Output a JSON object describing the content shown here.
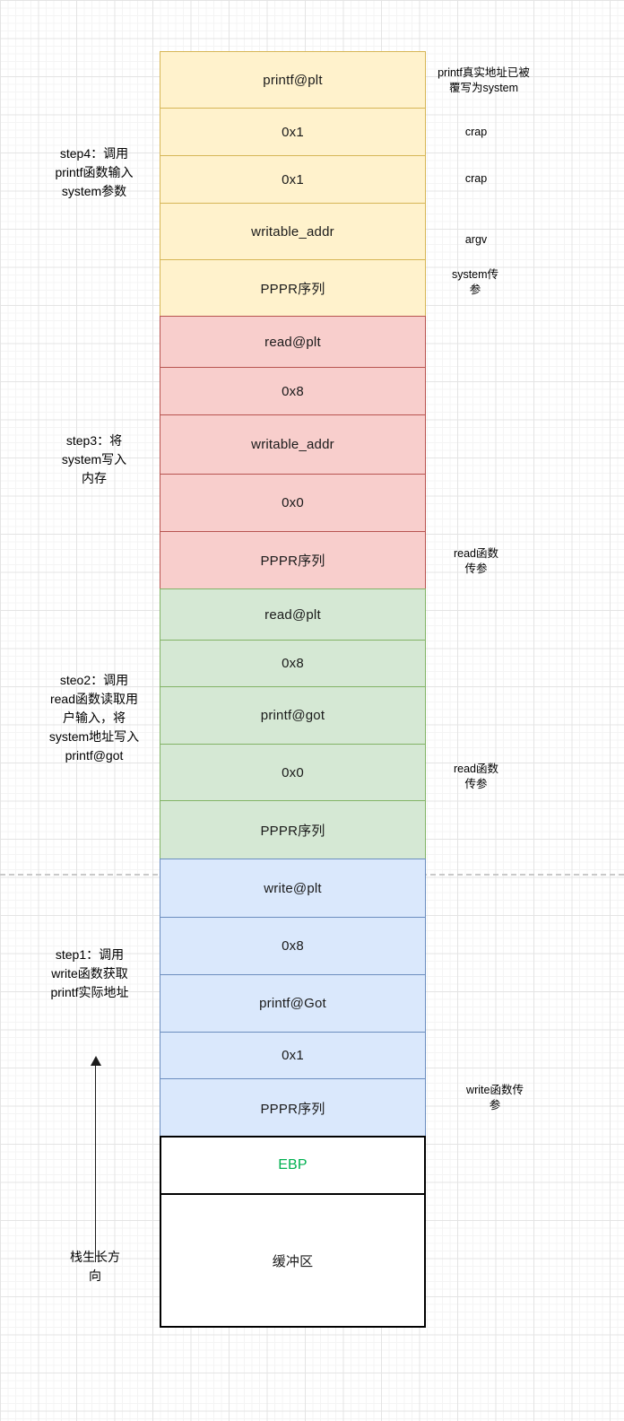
{
  "diagram": {
    "stack": {
      "rows": [
        "printf@plt",
        "0x1",
        "0x1",
        "writable_addr",
        "PPPR序列",
        "read@plt",
        "0x8",
        "writable_addr",
        "0x0",
        "PPPR序列",
        "read@plt",
        "0x8",
        "printf@got",
        "0x0",
        "PPPR序列",
        "write@plt",
        "0x8",
        "printf@Got",
        "0x1",
        "PPPR序列",
        "EBP",
        "缓冲区"
      ]
    },
    "left_labels": {
      "step4": "step4：调用\nprintf函数输入\nsystem参数",
      "step3": "step3：将\nsystem写入\n内存",
      "steo2": "steo2：调用\nread函数读取用\n户输入，将\nsystem地址写入\nprintf@got",
      "step1": "step1：调用\nwrite函数获取\nprintf实际地址",
      "stack_growth": "栈生长方\n向"
    },
    "right_notes": {
      "printf_overwritten": "printf真实地址已被\n覆写为system",
      "crap1": "crap",
      "crap2": "crap",
      "argv": "argv",
      "system_arg": "system传\n参",
      "read_args_1": "read函数\n传参",
      "read_args_2": "read函数\n传参",
      "write_args": "write函数传\n参"
    },
    "colors": {
      "yellow_fill": "#FFF2CC",
      "yellow_border": "#D6B656",
      "red_fill": "#F8CECC",
      "red_border": "#B85450",
      "green_fill": "#D5E8D4",
      "green_border": "#82B366",
      "blue_fill": "#DAE8FC",
      "blue_border": "#6C8EBF",
      "white_fill": "#FFFFFF",
      "white_border": "#000000",
      "ebp_text_color": "#00B050"
    }
  }
}
